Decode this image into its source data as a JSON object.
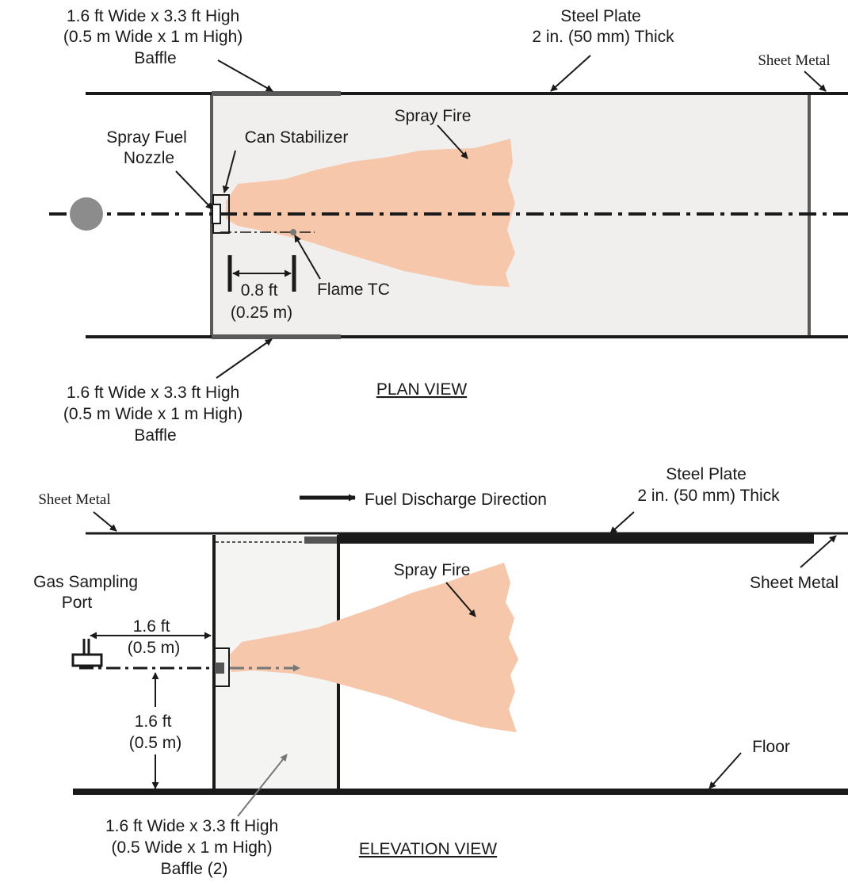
{
  "plan_view": {
    "title": "PLAN VIEW",
    "baffle_top": [
      "1.6 ft Wide x 3.3 ft High",
      "(0.5 m Wide x 1 m High)",
      "Baffle"
    ],
    "baffle_bottom": [
      "1.6 ft Wide x 3.3 ft High",
      "(0.5 m Wide x 1 m High)",
      "Baffle"
    ],
    "steel_plate": [
      "Steel Plate",
      "2 in. (50 mm) Thick"
    ],
    "sheet_metal": "Sheet Metal",
    "spray_fire": "Spray Fire",
    "spray_fuel_nozzle": [
      "Spray Fuel",
      "Nozzle"
    ],
    "can_stabilizer": "Can Stabilizer",
    "flame_tc": "Flame TC",
    "tc_distance": [
      "0.8 ft",
      "(0.25 m)"
    ]
  },
  "elevation_view": {
    "title": "ELEVATION VIEW",
    "sheet_metal_left": "Sheet Metal",
    "sheet_metal_right": "Sheet Metal",
    "fuel_discharge": "Fuel Discharge Direction",
    "steel_plate": [
      "Steel Plate",
      "2 in. (50 mm) Thick"
    ],
    "gas_sampling_port": [
      "Gas Sampling",
      "Port"
    ],
    "spray_fire": "Spray Fire",
    "horizontal_distance": [
      "1.6 ft",
      "(0.5 m)"
    ],
    "vertical_distance": [
      "1.6 ft",
      "(0.5 m)"
    ],
    "floor": "Floor",
    "baffle": [
      "1.6 ft Wide x 3.3 ft High",
      "(0.5 Wide x 1 m High)",
      "Baffle (2)"
    ]
  },
  "colors": {
    "flame": "#f6c7ab",
    "baffle_fill": "#f0efed",
    "line": "#1a1a1a",
    "nozzle_ball": "#8c8c8c"
  }
}
